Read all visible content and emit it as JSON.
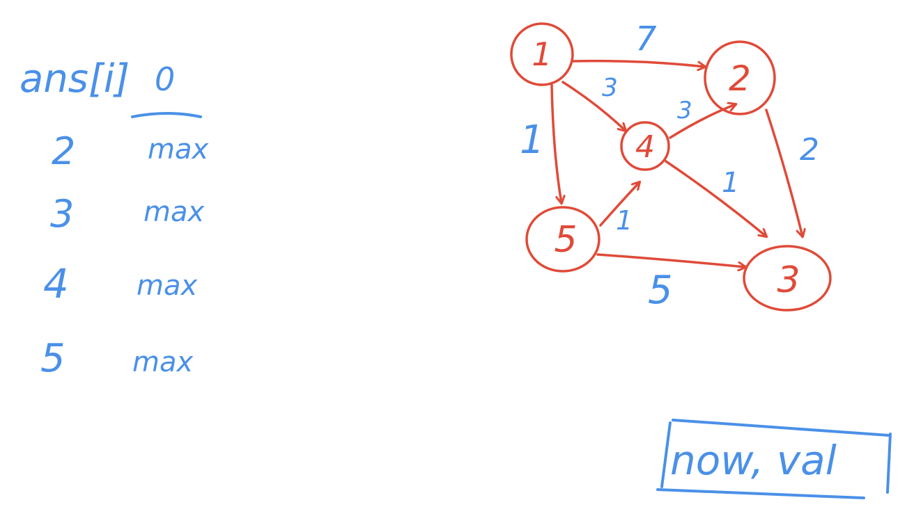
{
  "colors": {
    "blue_ink": "#4a90e8",
    "red_ink": "#e04a38",
    "background": "#ffffff"
  },
  "table": {
    "header_label": "ans[i]",
    "header_value": "0",
    "rows": [
      {
        "index": "2",
        "value": "max"
      },
      {
        "index": "3",
        "value": "max"
      },
      {
        "index": "4",
        "value": "max"
      },
      {
        "index": "5",
        "value": "max"
      }
    ]
  },
  "graph": {
    "nodes": [
      "1",
      "2",
      "3",
      "4",
      "5"
    ],
    "edges": [
      {
        "from": "1",
        "to": "2",
        "weight": "7"
      },
      {
        "from": "1",
        "to": "4",
        "weight": "3"
      },
      {
        "from": "1",
        "to": "5",
        "weight": "1"
      },
      {
        "from": "4",
        "to": "2",
        "weight": "3"
      },
      {
        "from": "2",
        "to": "3",
        "weight": "2"
      },
      {
        "from": "4",
        "to": "3",
        "weight": "1"
      },
      {
        "from": "5",
        "to": "4",
        "weight": "1"
      },
      {
        "from": "5",
        "to": "3",
        "weight": "5"
      }
    ]
  },
  "note_box": {
    "text": "now, val"
  }
}
